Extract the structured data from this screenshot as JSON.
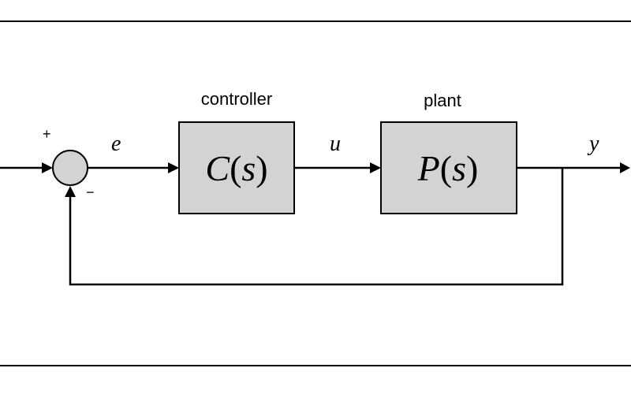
{
  "blocks": {
    "controller": {
      "title": "controller",
      "tf_symbol": "C",
      "tf_open": "(",
      "tf_var": "s",
      "tf_close": ")"
    },
    "plant": {
      "title": "plant",
      "tf_symbol": "P",
      "tf_open": "(",
      "tf_var": "s",
      "tf_close": ")"
    }
  },
  "signals": {
    "error": "e",
    "control": "u",
    "output": "y"
  },
  "summing_junction": {
    "plus_sign": "+",
    "minus_sign": "−"
  },
  "colors": {
    "block_fill": "#d3d3d3",
    "line": "#000000",
    "background": "#ffffff"
  }
}
